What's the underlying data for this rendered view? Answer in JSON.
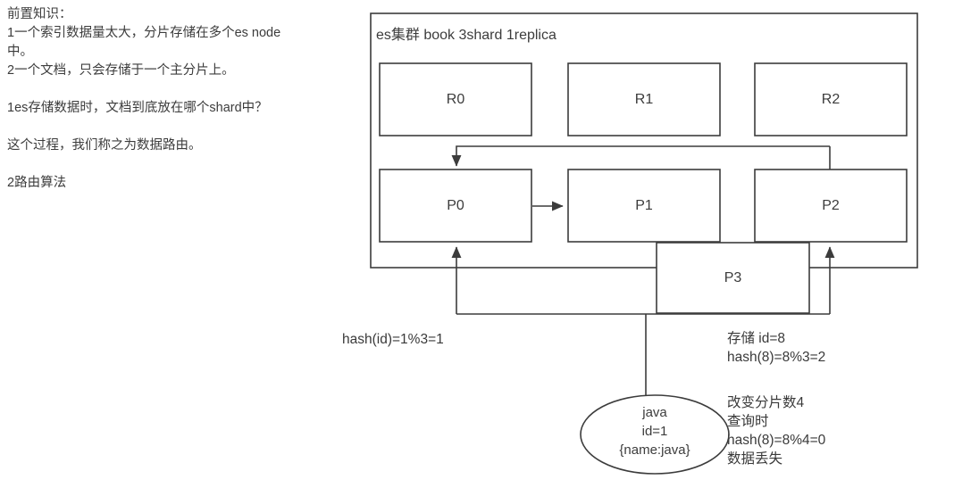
{
  "notes": {
    "lines": [
      "前置知识：",
      "1一个索引数据量太大，分片存储在多个es node",
      "中。",
      "2一个文档，只会存储于一个主分片上。",
      "",
      "1es存储数据时，文档到底放在哪个shard中？",
      "",
      "这个过程，我们称之为数据路由。",
      "",
      "2路由算法"
    ],
    "text": "前置知识：\n1一个索引数据量太大，分片存储在多个es node\n中。\n2一个文档，只会存储于一个主分片上。\n\n1es存储数据时，文档到底放在哪个shard中？\n\n这个过程，我们称之为数据路由。\n\n2路由算法"
  },
  "diagram": {
    "cluster_title": "es集群 book 3shard 1replica",
    "replica_shards": [
      {
        "label": "R0"
      },
      {
        "label": "R1"
      },
      {
        "label": "R2"
      }
    ],
    "primary_shards": [
      {
        "label": "P0"
      },
      {
        "label": "P1"
      },
      {
        "label": "P2"
      }
    ],
    "extra_shard": {
      "label": "P3"
    },
    "document": {
      "line1": "java",
      "line2": "id=1",
      "line3": "{name:java}"
    },
    "hash_left": "hash(id)=1%3=1",
    "annotation_store": {
      "line1": "存储 id=8",
      "line2": "hash(8)=8%3=2"
    },
    "annotation_change": {
      "line1": "改变分片数4",
      "line2": "查询时",
      "line3": "hash(8)=8%4=0",
      "line4": "数据丢失"
    }
  },
  "colors": {
    "stroke": "#3c3c3c",
    "background": "#ffffff",
    "text": "#3c3c3c"
  }
}
